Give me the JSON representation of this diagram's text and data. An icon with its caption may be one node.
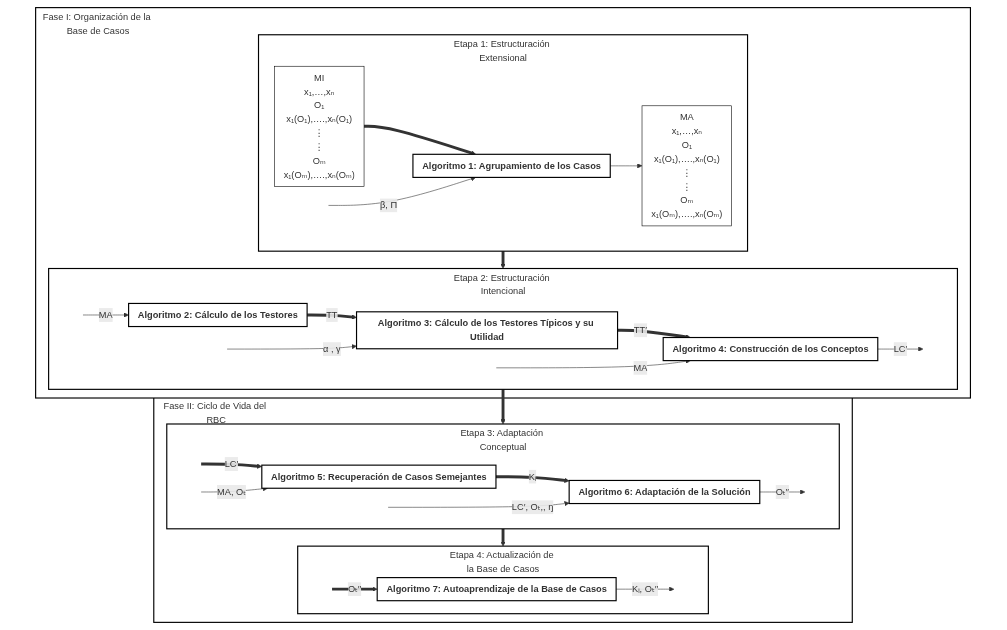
{
  "diagram": {
    "nodes": [
      {
        "text": [
          "Fase I: Organización de la Base de Casos"
        ]
      },
      {
        "text": [
          "Etapa 1: Estructuración Extensional"
        ],
        "in": 0
      },
      {
        "text": [
          "MI",
          "x₁,…,xₙ",
          "O₁",
          "x₁(O₁),….,xₙ(O₁)",
          "⋮",
          "⋮",
          "Oₘ",
          "x₁(Oₘ),….,xₙ(Oₘ)"
        ],
        "in": 1
      },
      {
        "text": [
          "Algoritmo 1: Agrupamiento de los Casos"
        ],
        "in": 1
      },
      {
        "text": [
          "MA",
          "x₁,…,xₙ",
          "O₁",
          "x₁(O₁),….,xₙ(O₁)",
          "⋮",
          "⋮",
          "Oₘ",
          "x₁(Oₘ),….,xₙ(Oₘ)"
        ],
        "in": 1
      },
      {
        "text": [
          "Etapa 2: Estructuración Intencional"
        ],
        "in": 0
      },
      {
        "text": [
          "Algoritmo 2: Cálculo de los Testores"
        ],
        "in": 5
      },
      {
        "text": [
          "Algoritmo 3: Cálculo de los Testores Típicos y su Utilidad"
        ],
        "in": 5
      },
      {
        "text": [
          "Algoritmo 4: Construcción de los Conceptos"
        ],
        "in": 5
      },
      {
        "text": [
          "Fase II: Ciclo de Vida del RBC"
        ]
      },
      {
        "text": [
          "Etapa 3: Adaptación Conceptual"
        ],
        "in": 9
      },
      {
        "text": [
          "Algoritmo 5: Recuperación de Casos Semejantes"
        ],
        "in": 10
      },
      {
        "text": [
          "Algoritmo 6: Adaptación de la Solución"
        ],
        "in": 10
      },
      {
        "text": [
          "Etapa 4: Actualización de la Base de Casos"
        ],
        "in": 9
      },
      {
        "text": [
          "Algoritmo 7: Autoaprendizaje de la Base de Casos"
        ],
        "in": 13
      }
    ],
    "edges": [
      {
        "from": 2,
        "to": 3,
        "arrow": "to",
        "style": "thick"
      },
      {
        "from": null,
        "to": 3,
        "arrow": "to",
        "label": "β, Π"
      },
      {
        "from": 3,
        "to": 4,
        "arrow": "to"
      },
      {
        "from": 1,
        "to": 5,
        "arrow": "to",
        "style": "thick"
      },
      {
        "from": null,
        "to": 6,
        "arrow": "to",
        "label": "MA"
      },
      {
        "from": 6,
        "to": 7,
        "arrow": "to",
        "label": "TT",
        "style": "thick"
      },
      {
        "from": null,
        "to": 7,
        "arrow": "to",
        "label": "α , γ"
      },
      {
        "from": 7,
        "to": 8,
        "arrow": "to",
        "label": "TT′",
        "style": "thick"
      },
      {
        "from": null,
        "to": 8,
        "arrow": "to",
        "label": "MA"
      },
      {
        "from": 8,
        "to": null,
        "arrow": "to",
        "label": "LC′"
      },
      {
        "from": 5,
        "to": 10,
        "arrow": "to",
        "style": "thick"
      },
      {
        "from": null,
        "to": 11,
        "arrow": "to",
        "label": "LC′",
        "style": "thick"
      },
      {
        "from": null,
        "to": 11,
        "arrow": "to",
        "label": "MA, Oₜ"
      },
      {
        "from": 11,
        "to": 12,
        "arrow": "to",
        "label": "Kᵢ",
        "style": "thick"
      },
      {
        "from": null,
        "to": 12,
        "arrow": "to",
        "label": "LC′, Oₜ,, ŋ"
      },
      {
        "from": 12,
        "to": null,
        "arrow": "to",
        "label": "Oₜ′′"
      },
      {
        "from": 10,
        "to": 13,
        "arrow": "to",
        "style": "thick"
      },
      {
        "from": null,
        "to": 14,
        "arrow": "to",
        "label": "Oₜ′′",
        "style": "thick"
      },
      {
        "from": 14,
        "to": null,
        "arrow": "to",
        "label": "Kᵢ, Oₜ′′"
      }
    ]
  }
}
